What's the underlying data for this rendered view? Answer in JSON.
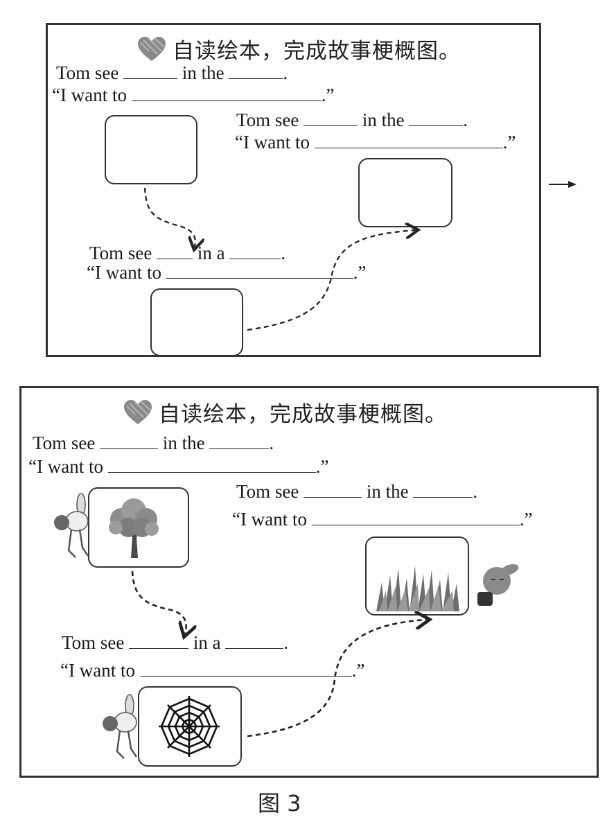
{
  "heading": "自读绘本，完成故事梗概图。",
  "icons": {
    "heading": "heart-icon",
    "continue": "arrow-right-icon",
    "tree": "tree-icon",
    "web": "spider-web-icon",
    "grass": "grass-icon",
    "rabbit": "rabbit-icon"
  },
  "prompts": {
    "box1": {
      "tom_see": "Tom see",
      "in_the": "in the",
      "period": ".",
      "i_want_to": "“I want to",
      "close_quote": ".”"
    },
    "box2": {
      "tom_see": "Tom see",
      "in_the": "in the",
      "period": ".",
      "i_want_to": "“I want to",
      "close_quote": ".”"
    },
    "box3": {
      "tom_see": "Tom see",
      "in_a": "in a",
      "period": ".",
      "i_want_to": "“I want to",
      "close_quote": ".”"
    }
  },
  "caption": "图 3"
}
